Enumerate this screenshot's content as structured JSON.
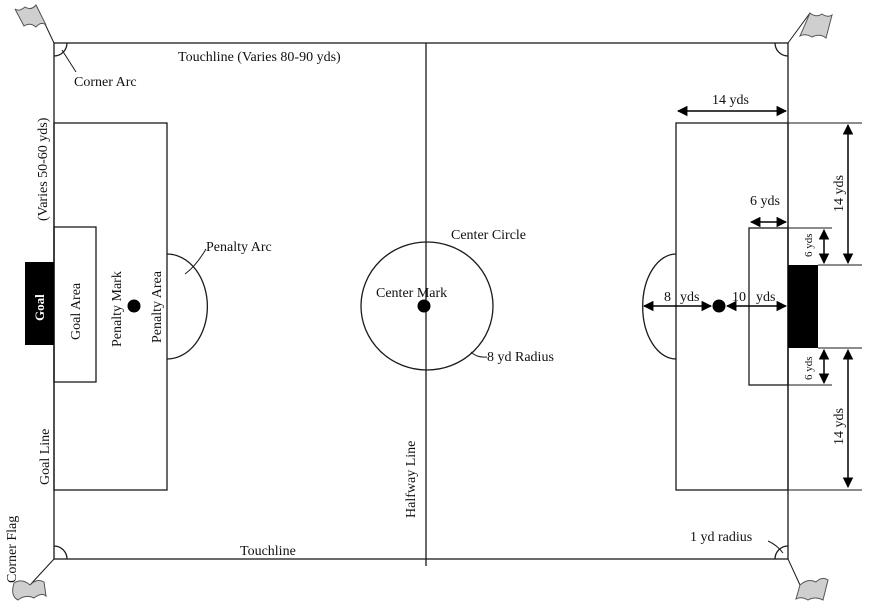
{
  "diagram": {
    "labels": {
      "touchline_top": "Touchline (Varies 80-90 yds)",
      "touchline_bottom": "Touchline",
      "corner_arc": "Corner Arc",
      "corner_flag": "Corner Flag",
      "width_note": "(Varies 50-60 yds)",
      "goal_line": "Goal Line",
      "goal": "Goal",
      "goal_area": "Goal Area",
      "penalty_mark": "Penalty Mark",
      "penalty_area": "Penalty Area",
      "penalty_arc": "Penalty Arc",
      "center_circle": "Center Circle",
      "center_mark": "Center Mark",
      "radius_8": "8 yd Radius",
      "halfway_line": "Halfway Line",
      "one_yd_radius": "1 yd radius"
    },
    "dimensions": {
      "penalty_depth": "14 yds",
      "goal_area_depth": "6 yds",
      "penalty_side_top": "14 yds",
      "penalty_side_bottom": "14 yds",
      "goal_area_side_top": "6 yds",
      "goal_area_side_bottom": "6 yds",
      "arc_to_mark_num": "8",
      "arc_to_mark_unit": "yds",
      "mark_to_goal_num": "10",
      "mark_to_goal_unit": "yds"
    }
  }
}
